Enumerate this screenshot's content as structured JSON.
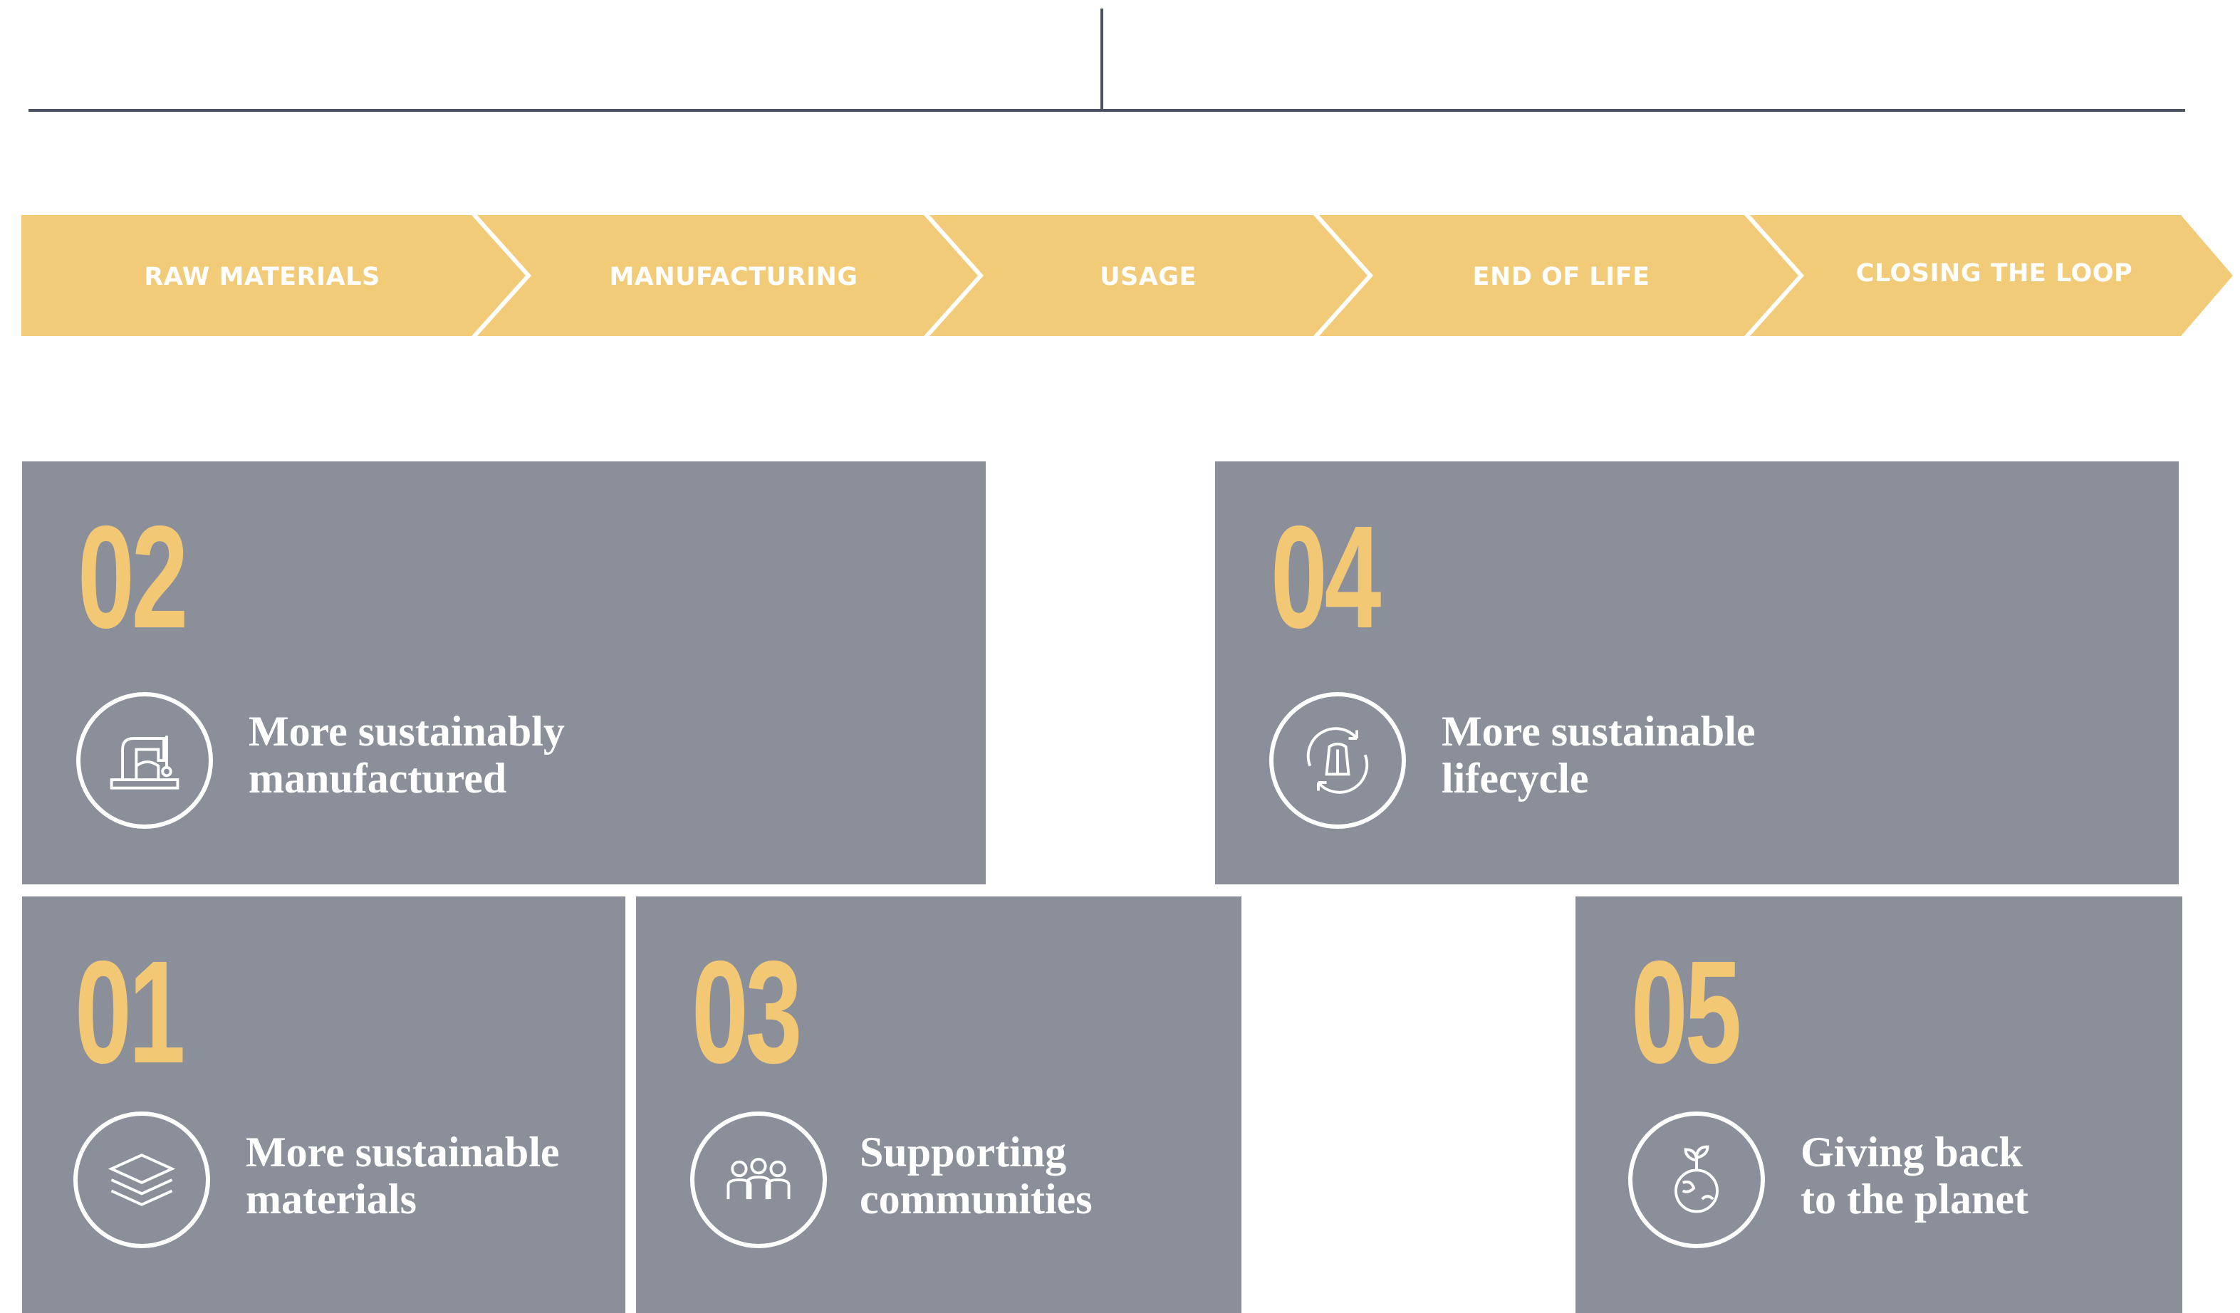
{
  "stages": [
    "RAW MATERIALS",
    "MANUFACTURING",
    "USAGE",
    "END OF LIFE",
    "CLOSING THE LOOP"
  ],
  "pillars": [
    {
      "number": "02",
      "label": "More sustainably\nmanufactured",
      "icon": "sewing-machine-icon"
    },
    {
      "number": "04",
      "label": "More sustainable\nlifecycle",
      "icon": "recycle-jacket-icon"
    },
    {
      "number": "01",
      "label": "More sustainable\nmaterials",
      "icon": "fabric-layers-icon"
    },
    {
      "number": "03",
      "label": "Supporting\ncommunities",
      "icon": "people-icon"
    },
    {
      "number": "05",
      "label": "Giving back\nto the planet",
      "icon": "globe-sprout-icon"
    }
  ],
  "colors": {
    "arrow": "#f2cb79",
    "card": "#8a8f9a",
    "number": "#f2c874",
    "line": "#4a5160"
  }
}
